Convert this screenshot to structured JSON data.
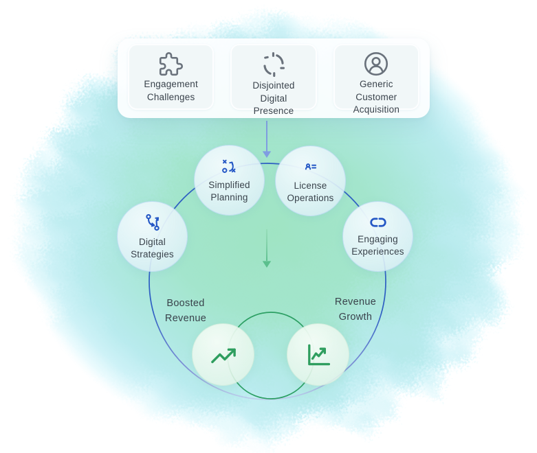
{
  "diagram_title": "marketing challenges to revenue flow diagram",
  "top_cards": {
    "items": [
      {
        "icon": "puzzle-icon",
        "label": "Engagement\nChallenges"
      },
      {
        "icon": "disjointed-circle-icon",
        "label": "Disjointed\nDigital\nPresence"
      },
      {
        "icon": "user-circle-icon",
        "label": "Generic\nCustomer\nAcquisition"
      }
    ]
  },
  "solution_bubbles": [
    {
      "icon": "strategy-icon",
      "label": "Simplified\nPlanning"
    },
    {
      "icon": "id-card-icon",
      "label": "License\nOperations"
    },
    {
      "icon": "route-arrows-icon",
      "label": "Digital\nStrategies"
    },
    {
      "icon": "link-icon",
      "label": "Engaging\nExperiences"
    }
  ],
  "outcomes": [
    {
      "icon": "trending-up-icon",
      "label": "Boosted\nRevenue"
    },
    {
      "icon": "chart-line-icon",
      "label": "Revenue\nGrowth"
    }
  ],
  "colors": {
    "accent-blue": "#2457c5",
    "accent-green": "#2f9e5f",
    "icon-grey": "#6a727c",
    "text-dark": "#39424b",
    "ring-blue": "#2d5ec2",
    "ring-blue-fade": "#bcc3ea",
    "ring-green": "#2c9f63",
    "arrow-blue": "#7f9de2",
    "arrow-green": "#5bbf8d",
    "blob-center": "#9fe4c3",
    "blob-edge": "#baebef"
  }
}
